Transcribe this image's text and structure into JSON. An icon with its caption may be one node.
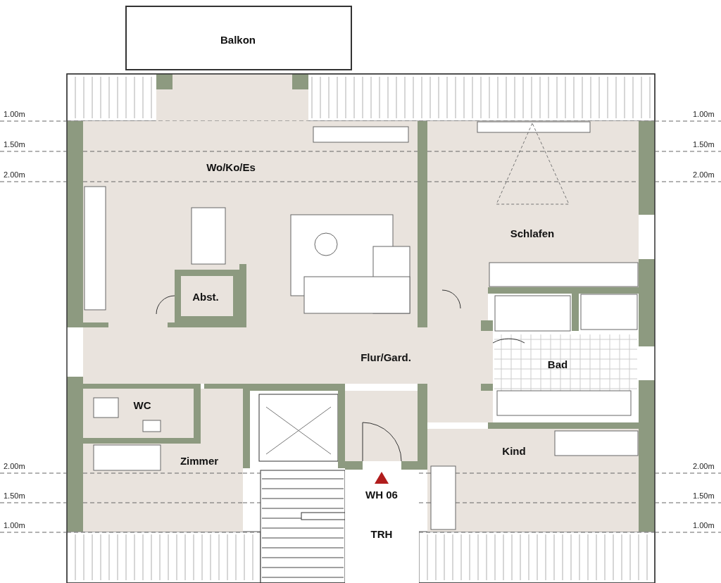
{
  "diagram": {
    "nodes": [
      {
        "text": [
          "Balkon"
        ]
      },
      {
        "text": [
          "Wo/Ko/Es"
        ]
      },
      {
        "text": [
          "Abst."
        ],
        "in": 1
      },
      {
        "text": [
          "Schlafen"
        ]
      },
      {
        "text": [
          "Flur/Gard."
        ]
      },
      {
        "text": [
          "Bad"
        ]
      },
      {
        "text": [
          "WC"
        ]
      },
      {
        "text": [
          "Zimmer"
        ]
      },
      {
        "text": [
          "Kind"
        ]
      },
      {
        "text": [
          "WH 06",
          "TRH"
        ]
      }
    ],
    "edges": [],
    "labels": [
      "1.00m",
      "1.00m",
      "1.50m",
      "1.50m",
      "2.00m",
      "2.00m",
      "2.00m",
      "2.00m",
      "1.50m",
      "1.50m",
      "1.00m",
      "1.00m"
    ]
  }
}
